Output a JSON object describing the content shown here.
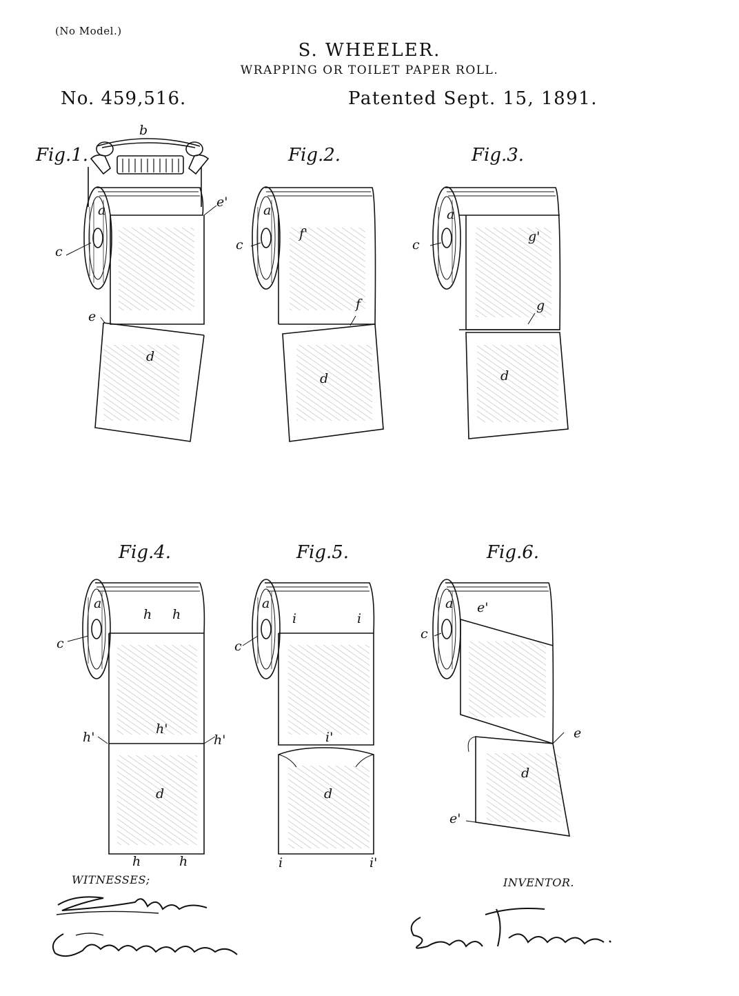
{
  "header": {
    "model_note": "(No Model.)",
    "inventor": "S. WHEELER.",
    "title": "WRAPPING OR TOILET PAPER ROLL.",
    "patent_number": "No. 459,516.",
    "patent_date": "Patented Sept. 15, 1891."
  },
  "figures": [
    {
      "label": "Fig.1.",
      "refs": [
        "b",
        "a",
        "e'",
        "c",
        "e",
        "d"
      ]
    },
    {
      "label": "Fig.2.",
      "refs": [
        "a",
        "c",
        "f'",
        "f",
        "d"
      ]
    },
    {
      "label": "Fig.3.",
      "refs": [
        "a",
        "c",
        "g'",
        "g",
        "d"
      ]
    },
    {
      "label": "Fig.4.",
      "refs": [
        "a",
        "c",
        "h",
        "h",
        "h'",
        "h'",
        "h'",
        "d",
        "h",
        "h"
      ]
    },
    {
      "label": "Fig.5.",
      "refs": [
        "a",
        "c",
        "i",
        "i",
        "i'",
        "d",
        "i",
        "i'"
      ]
    },
    {
      "label": "Fig.6.",
      "refs": [
        "a",
        "e'",
        "c",
        "e",
        "d",
        "e'"
      ]
    }
  ],
  "footer": {
    "witnesses_label": "WITNESSES;",
    "inventor_label": "INVENTOR."
  },
  "signatures": [
    "Witness signature 1",
    "Witness signature 2",
    "Inventor signature"
  ]
}
